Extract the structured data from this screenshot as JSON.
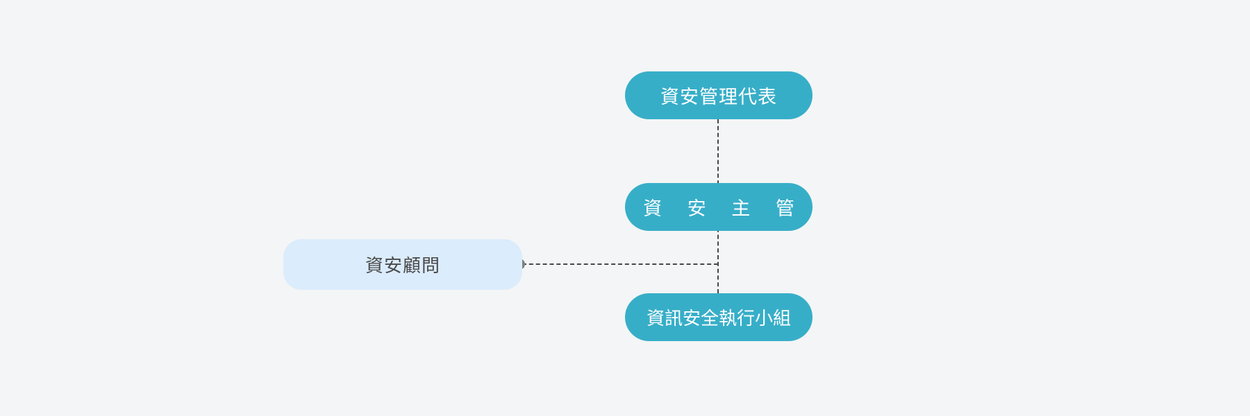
{
  "diagram": {
    "type": "org-chart",
    "title": "",
    "background_color": "#f4f5f6",
    "nodes": [
      {
        "id": "security-management-representative",
        "label": "資安管理代表",
        "style": "pill",
        "fill_color": "#37aec8",
        "text_color": "#ffffff",
        "level": 1
      },
      {
        "id": "security-chief",
        "label": "資 安 主 管",
        "style": "pill-spaced",
        "fill_color": "#37aec8",
        "text_color": "#ffffff",
        "level": 2
      },
      {
        "id": "information-security-execution-team",
        "label": "資訊安全執行小組",
        "style": "pill",
        "fill_color": "#37aec8",
        "text_color": "#ffffff",
        "level": 3
      },
      {
        "id": "security-advisor",
        "label": "資安顧問",
        "style": "soft-box",
        "fill_color": "#dbecfc",
        "text_color": "#494949",
        "level": 2
      }
    ],
    "connectors": [
      {
        "id": "vertical-spine",
        "from": "security-management-representative",
        "to": "information-security-execution-team",
        "line_style": "dashed",
        "color": "#474747",
        "orientation": "vertical"
      },
      {
        "id": "advisor-link",
        "from": "security-advisor",
        "to": "security-chief",
        "line_style": "dashed",
        "color": "#474747",
        "orientation": "horizontal",
        "endpoint_marker": "dot",
        "endpoint_marker_color": "#808080"
      }
    ]
  }
}
